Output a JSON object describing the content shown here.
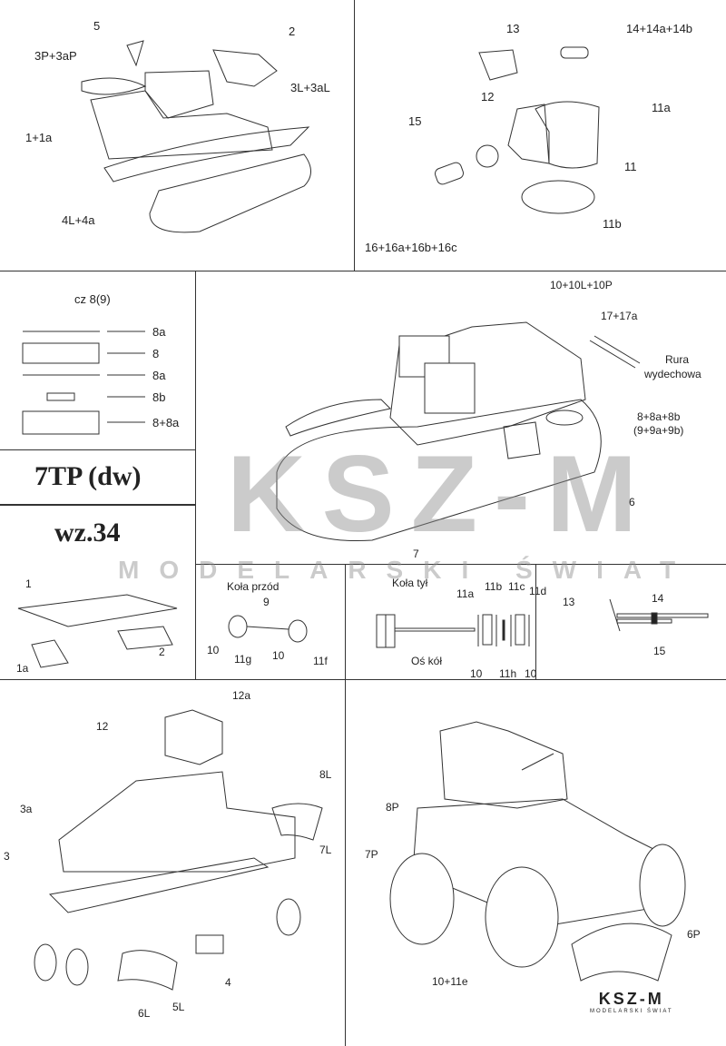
{
  "top_left": {
    "labels": [
      "5",
      "2",
      "3P+3aP",
      "3L+3aL",
      "1+1a",
      "4L+4a"
    ]
  },
  "top_right": {
    "labels": [
      "13",
      "14+14a+14b",
      "12",
      "11a",
      "15",
      "11",
      "11b",
      "16+16a+16b+16c"
    ]
  },
  "part8": {
    "heading": "cz 8(9)",
    "labels": [
      "8a",
      "8",
      "8a",
      "8b",
      "8+8a"
    ]
  },
  "model": {
    "name": "7TP (dw)",
    "variant": "wz.34"
  },
  "main": {
    "labels": [
      "10+10L+10P",
      "17+17a",
      "Rura",
      "wydechowa",
      "8+8a+8b",
      "(9+9a+9b)",
      "6",
      "7"
    ]
  },
  "chassis": {
    "labels": [
      "1",
      "2",
      "1a"
    ]
  },
  "front_wheels": {
    "heading": "Koła przód",
    "labels": [
      "9",
      "10",
      "11g",
      "10",
      "11f"
    ]
  },
  "rear_wheels": {
    "heading": "Koła tył",
    "labels": [
      "11a",
      "11b",
      "11c",
      "11d",
      "Oś kół",
      "10",
      "11h",
      "10"
    ]
  },
  "gun": {
    "labels": [
      "13",
      "14",
      "15"
    ]
  },
  "car_exploded": {
    "labels": [
      "12a",
      "12",
      "8L",
      "3a",
      "3",
      "7L",
      "4",
      "6L",
      "5L"
    ]
  },
  "car_assembled": {
    "labels": [
      "8P",
      "7P",
      "10+11e",
      "6P"
    ]
  },
  "watermark": {
    "big": "KSZ-M",
    "sub": "MODELARSKI ŚWIAT"
  },
  "logo": {
    "big": "KSZ-M",
    "sub": "MODELARSKI ŚWIAT"
  }
}
